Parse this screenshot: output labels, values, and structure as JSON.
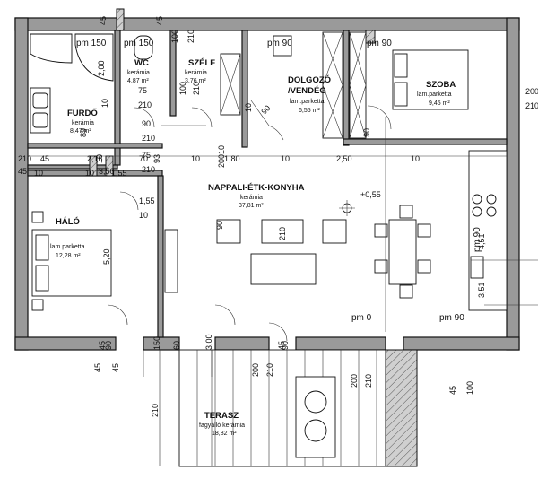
{
  "rooms": {
    "furdo": {
      "name": "FÜRDŐ",
      "material": "kerámia",
      "area": "8,47 m²"
    },
    "wc": {
      "name": "WC",
      "material": "kerámia",
      "area": "4,87 m²"
    },
    "szelf": {
      "name": "SZÉLF",
      "material": "kerámia",
      "area": "3,76 m²"
    },
    "dolgozo": {
      "name": "DOLGOZÓ",
      "name2": "/VENDÉG",
      "material": "lam.parketta",
      "area": "6,55 m²"
    },
    "szoba": {
      "name": "SZOBA",
      "material": "lam.parketta",
      "area": "9,45 m²"
    },
    "nappali": {
      "name": "NAPPALI-ÉTK-KONYHA",
      "material": "kerámia",
      "area": "37,81 m²"
    },
    "halo": {
      "name": "HÁLÓ",
      "material": "lam.parketta",
      "area": "12,28 m²"
    },
    "terasz": {
      "name": "TERASZ",
      "material": "fagyálló kerámia",
      "area": "18,82 m²"
    }
  },
  "level_mark": "+0,55",
  "pm_labels": [
    "pm 150",
    "pm 150",
    "pm 90",
    "pm 90",
    "pm 0",
    "pm 90",
    "pm 90"
  ],
  "dims": [
    "45",
    "45",
    "100",
    "210",
    "45",
    "100",
    "210",
    "200",
    "210",
    "2,00",
    "75",
    "210",
    "90",
    "210",
    "75",
    "210",
    "89",
    "90",
    "90",
    "10",
    "10",
    "10",
    "200",
    "210",
    "45",
    "45",
    "2,16",
    "10",
    "70",
    "93",
    "10",
    "1,80",
    "10",
    "2,50",
    "10",
    "3,50",
    "10",
    "1,55",
    "10",
    "1,55",
    "10",
    "90",
    "210",
    "5,20",
    "4,51",
    "3,51",
    "90",
    "90",
    "45",
    "45",
    "200",
    "210",
    "45",
    "200",
    "210",
    "45",
    "100",
    "210",
    "150",
    "60",
    "3,00",
    "45",
    "45",
    "45"
  ]
}
